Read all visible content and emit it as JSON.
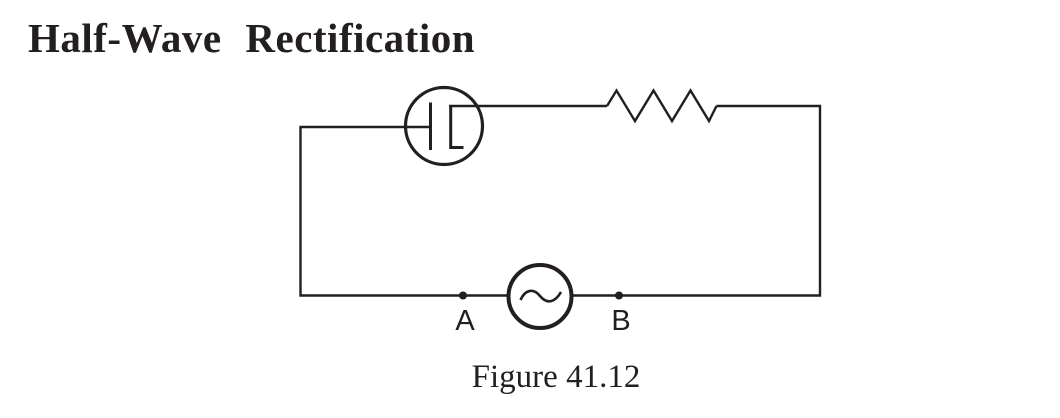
{
  "page": {
    "background": "#ffffff",
    "ink": "#231f20"
  },
  "title": "Half-Wave Rectification",
  "caption": "Figure 41.12",
  "circuit": {
    "components": [
      {
        "name": "vacuum-tube-diode",
        "symbol": "circle with cathode bar and plate bracket"
      },
      {
        "name": "resistor",
        "symbol": "zigzag"
      },
      {
        "name": "ac-source",
        "symbol": "circle with sine wave"
      }
    ],
    "terminals": [
      {
        "label": "A"
      },
      {
        "label": "B"
      }
    ]
  }
}
